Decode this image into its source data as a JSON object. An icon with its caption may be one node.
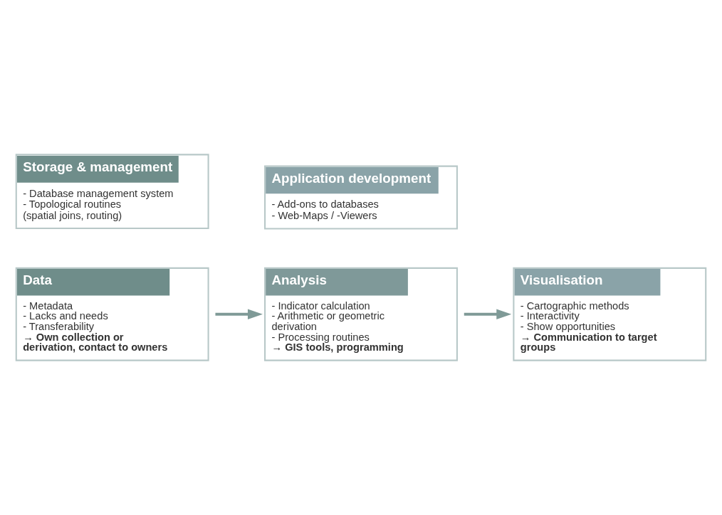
{
  "diagram": {
    "nodes": [
      {
        "text": [
          "Data",
          "- Metadata",
          "- Lacks and needs",
          "- Transferability",
          "→ Own collection or derivation, contact to owners"
        ]
      },
      {
        "text": [
          "Analysis",
          "- Indicator calculation",
          "- Arithmetic or geometric derivation",
          "- Processing routines",
          "→ GIS tools, programming"
        ]
      },
      {
        "text": [
          "Visualisation",
          "- Cartographic methods",
          "- Interactivity",
          "- Show opportunities",
          "→ Communication to target groups"
        ]
      },
      {
        "text": [
          "Storage & management",
          "- Database management system",
          "- Topological routines (spatial joins, routing)"
        ]
      },
      {
        "text": [
          "Application development",
          "- Add-ons to databases",
          "- Web-Maps / -Viewers"
        ]
      }
    ],
    "edges": [
      {
        "from": 0,
        "to": 1,
        "arrow": "to"
      },
      {
        "from": 1,
        "to": 2,
        "arrow": "to"
      }
    ]
  }
}
